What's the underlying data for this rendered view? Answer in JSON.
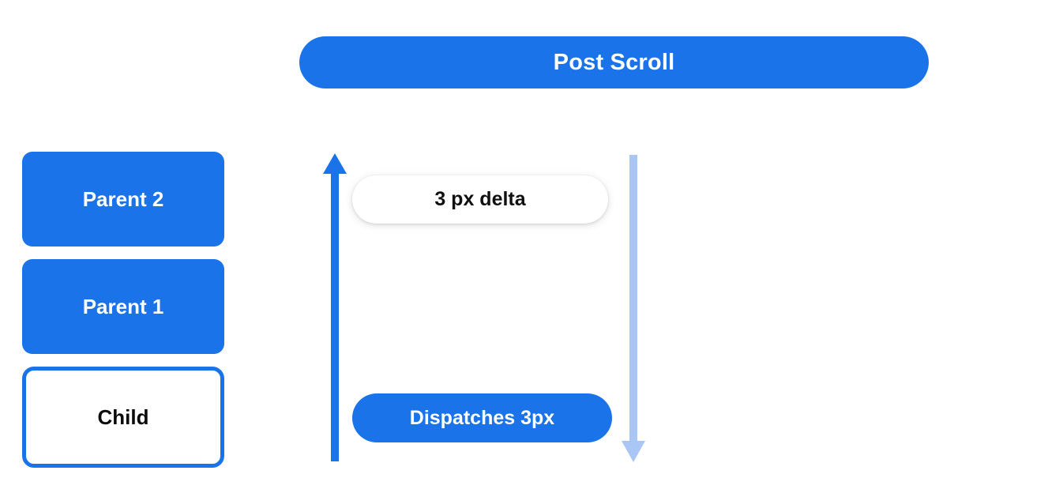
{
  "diagram": {
    "title": "Post Scroll",
    "background_color": "#ffffff",
    "accent_color": "#1a73e8",
    "muted_accent_color": "#aac6f5",
    "nodes": [
      {
        "label": "Parent 2",
        "style": "filled"
      },
      {
        "label": "Parent 1",
        "style": "filled"
      },
      {
        "label": "Child",
        "style": "outlined"
      }
    ],
    "annotations": [
      {
        "label": "3 px delta",
        "style": "white-pill"
      },
      {
        "label": "Dispatches 3px",
        "style": "blue-pill"
      }
    ],
    "arrows": [
      {
        "name": "scroll-up-arrow",
        "direction": "up",
        "color": "#1a73e8"
      },
      {
        "name": "dispatch-down-arrow",
        "direction": "down",
        "color": "#aac6f5"
      }
    ]
  }
}
